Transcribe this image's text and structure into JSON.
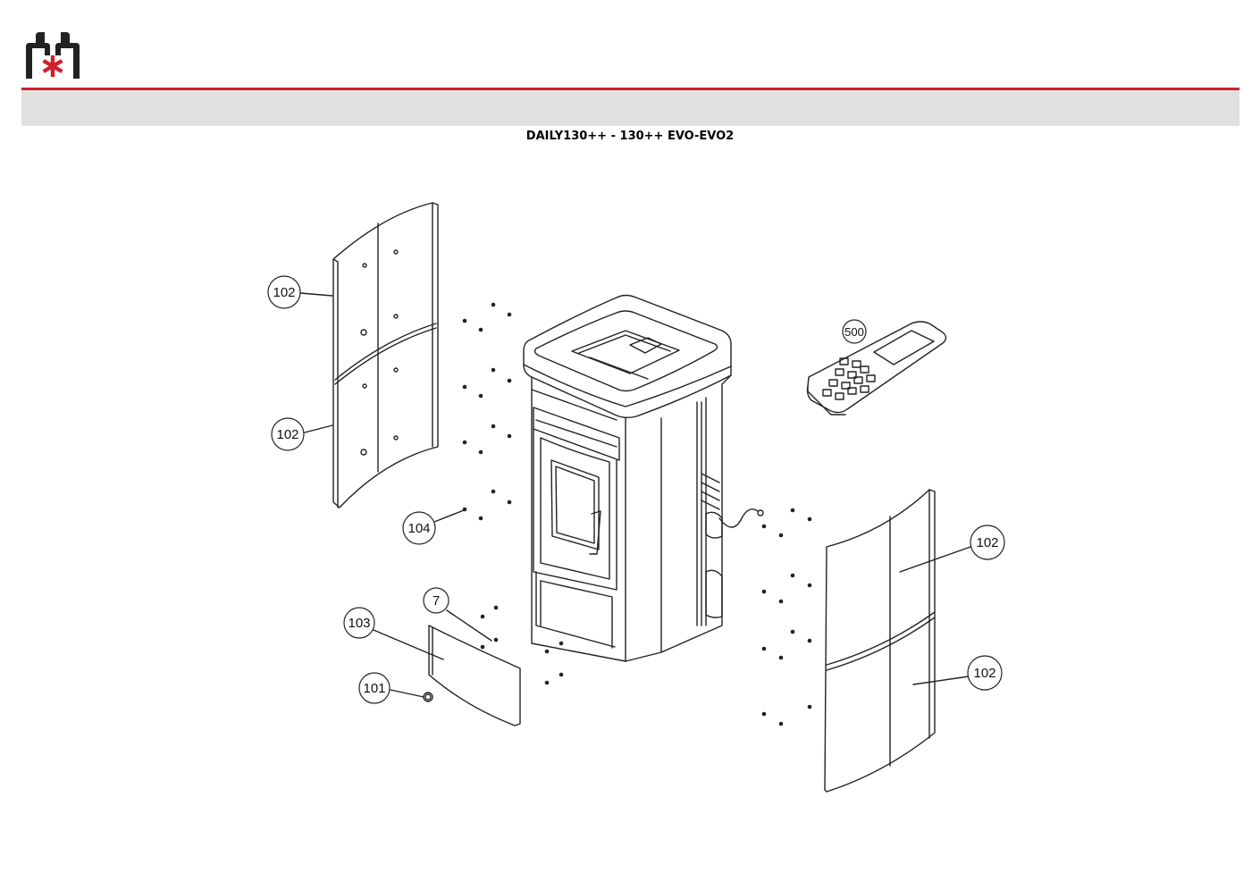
{
  "header": {
    "title": "DAILY130++ - 130++ EVO-EVO2"
  },
  "colors": {
    "brand_red": "#d0202a",
    "band_gray": "#e0e0e0",
    "logo_dark": "#222222",
    "line": "#222222"
  },
  "icons": {
    "logo": "brand-logo-icon"
  },
  "callouts": {
    "c102a": "102",
    "c102b": "102",
    "c102c": "102",
    "c102d": "102",
    "c104": "104",
    "c7": "7",
    "c103": "103",
    "c101": "101",
    "c500": "500"
  }
}
